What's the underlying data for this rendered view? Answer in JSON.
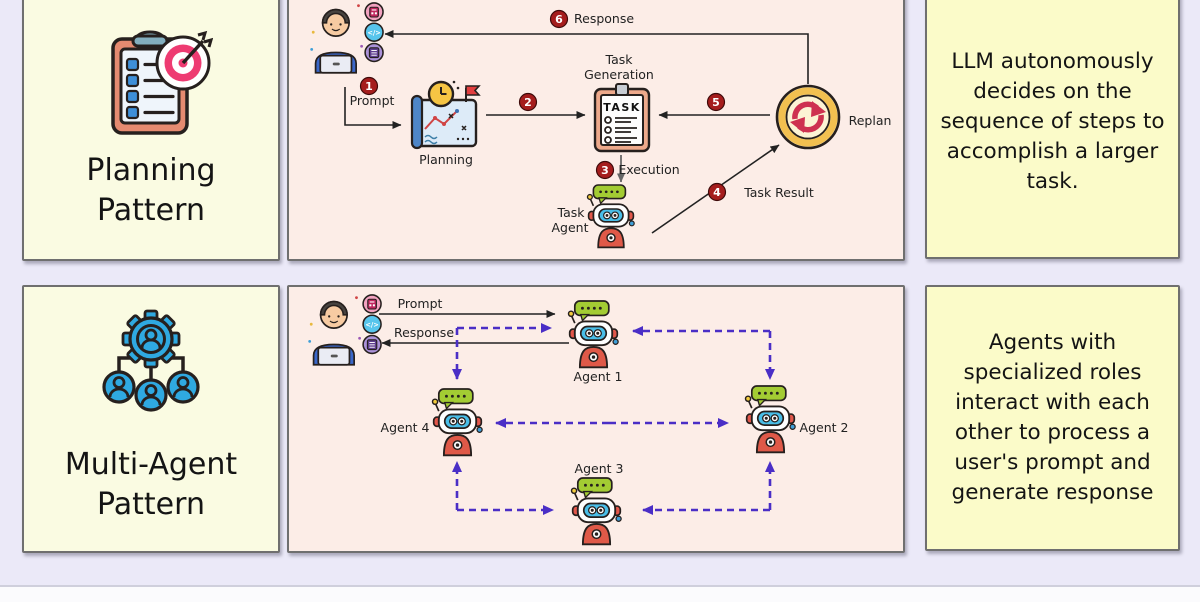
{
  "colors": {
    "canvas_lavender": "#EBE9F8",
    "panel_yellow_light": "#FAFBE2",
    "panel_yellow_deep": "#FBFBC9",
    "panel_pink": "#FCEDE7",
    "badge_red": "#A51D1D",
    "dashed_purple": "#4A2EC6"
  },
  "planning": {
    "title": "Planning Pattern",
    "description": "LLM autonomously decides on the sequence of steps to accomplish a larger task.",
    "diagram": {
      "badge1": {
        "num": "1",
        "label": "Prompt"
      },
      "badge2": {
        "num": "2"
      },
      "badge3": {
        "num": "3",
        "label": "Execution"
      },
      "badge4": {
        "num": "4",
        "label": "Task Result"
      },
      "badge5": {
        "num": "5"
      },
      "badge6": {
        "num": "6",
        "label": "Response"
      },
      "planning_node": "Planning",
      "task_generation_line1": "Task",
      "task_generation_line2": "Generation",
      "task_doc_text": "TASK",
      "task_agent_line1": "Task",
      "task_agent_line2": "Agent",
      "replan_node": "Replan"
    }
  },
  "multi_agent": {
    "title": "Multi-Agent Pattern",
    "description": "Agents with specialized roles interact with each other to process a user's prompt and generate response",
    "diagram": {
      "prompt_label": "Prompt",
      "response_label": "Response",
      "agents": [
        "Agent 1",
        "Agent 2",
        "Agent 3",
        "Agent 4"
      ]
    }
  },
  "icons": {
    "code_glyph": "</>"
  }
}
